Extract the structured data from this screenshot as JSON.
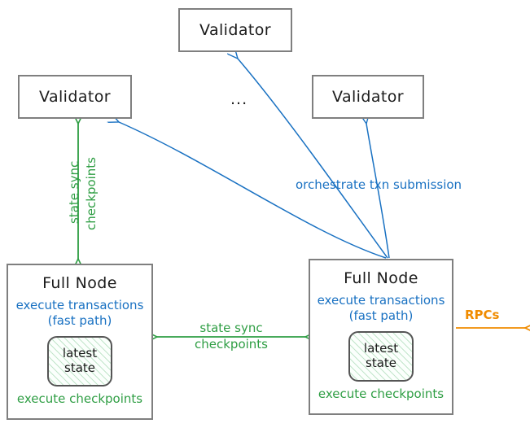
{
  "diagram": {
    "title": "Sui network topology: validators, full nodes, state sync and RPCs",
    "colors": {
      "box_border": "#7f7f7f",
      "text": "#1b1b1b",
      "blue": "#1971c2",
      "green": "#2f9e44",
      "orange": "#f08c00",
      "background": "#ffffff"
    },
    "nodes": {
      "validator_left": {
        "label": "Validator"
      },
      "validator_top": {
        "label": "Validator"
      },
      "validator_right": {
        "label": "Validator"
      },
      "ellipsis": {
        "label": "..."
      },
      "fullnode_left": {
        "title": "Full Node",
        "blue_line_1": "execute transactions",
        "blue_line_2": "(fast path)",
        "state_line_1": "latest",
        "state_line_2": "state",
        "green_line": "execute checkpoints"
      },
      "fullnode_right": {
        "title": "Full Node",
        "blue_line_1": "execute transactions",
        "blue_line_2": "(fast path)",
        "state_line_1": "latest",
        "state_line_2": "state",
        "green_line": "execute checkpoints"
      }
    },
    "edges": {
      "state_sync_vertical": {
        "line_1": "state sync",
        "line_2": "checkpoints",
        "color": "#2f9e44",
        "direction": "bidirectional"
      },
      "state_sync_horizontal": {
        "line_1": "state sync",
        "line_2": "checkpoints",
        "color": "#2f9e44",
        "direction": "bidirectional"
      },
      "orchestrate": {
        "label": "orchestrate txn submission",
        "color": "#1971c2",
        "direction": "fullnode-to-validators"
      },
      "rpcs": {
        "label": "RPCs",
        "color": "#f08c00",
        "direction": "outbound"
      }
    }
  }
}
